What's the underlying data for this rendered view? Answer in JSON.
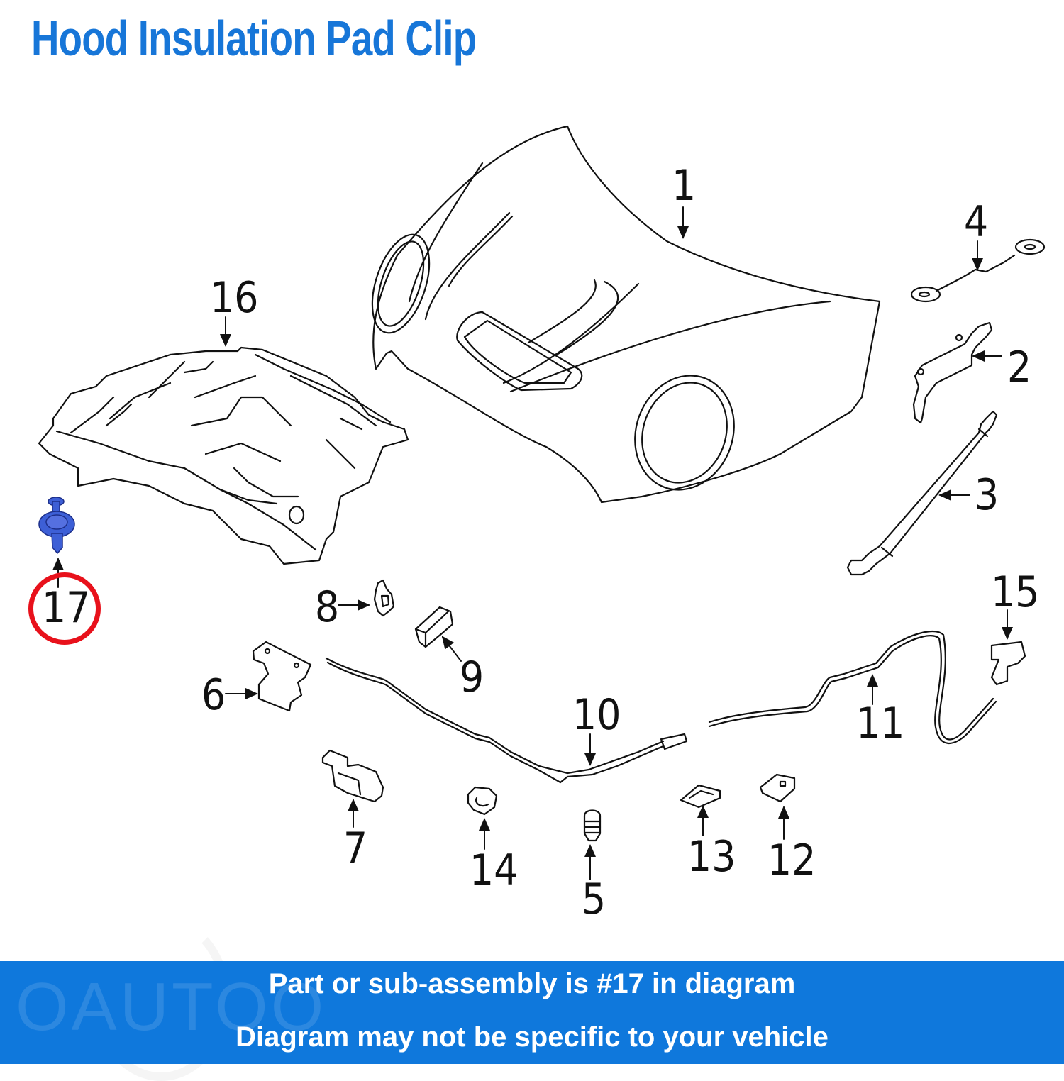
{
  "header": {
    "title": "Hood Insulation Pad Clip",
    "title_color": "#1776d8"
  },
  "diagram": {
    "highlighted_part": "17",
    "highlight_color": "#e8111b",
    "highlight_part_color": "#3d5fd6",
    "callouts": [
      {
        "number": "1",
        "part": "hood-panel"
      },
      {
        "number": "2",
        "part": "hinge"
      },
      {
        "number": "3",
        "part": "lift-support-strut"
      },
      {
        "number": "4",
        "part": "ground-strap"
      },
      {
        "number": "5",
        "part": "bumper-stop"
      },
      {
        "number": "6",
        "part": "latch"
      },
      {
        "number": "7",
        "part": "cable-clip"
      },
      {
        "number": "8",
        "part": "bracket"
      },
      {
        "number": "9",
        "part": "bumper-pad"
      },
      {
        "number": "10",
        "part": "release-cable-front"
      },
      {
        "number": "11",
        "part": "release-cable-rear"
      },
      {
        "number": "12",
        "part": "clip"
      },
      {
        "number": "13",
        "part": "clip-plate"
      },
      {
        "number": "14",
        "part": "retainer-clip"
      },
      {
        "number": "15",
        "part": "release-handle"
      },
      {
        "number": "16",
        "part": "insulation-pad"
      },
      {
        "number": "17",
        "part": "insulation-pad-clip"
      }
    ]
  },
  "banner": {
    "line1": "Part or sub-assembly is #17 in diagram",
    "line2": "Diagram may not be specific to your vehicle",
    "background": "#0f78dc",
    "watermark": "OAUTOO"
  }
}
